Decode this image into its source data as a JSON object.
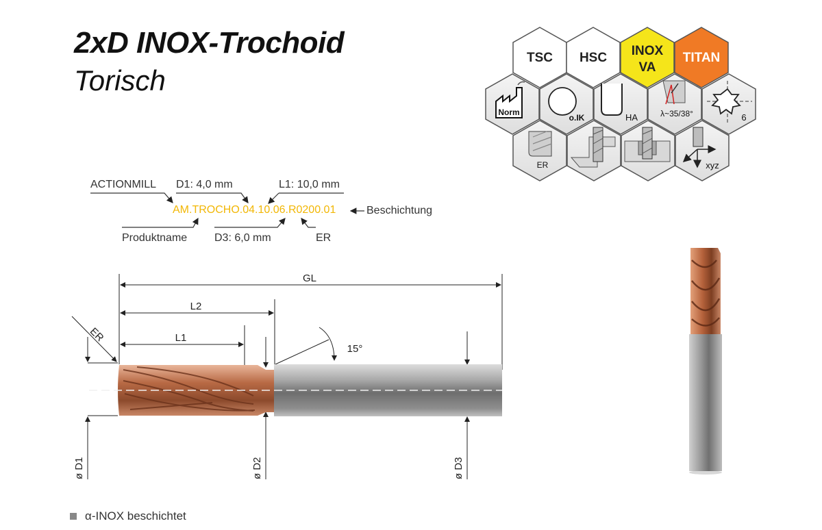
{
  "header": {
    "title": "2xD INOX-Trochoid",
    "subtitle": "Torisch"
  },
  "code": {
    "value": "AM.TROCHO.04.10.06.R0200.01",
    "labels": {
      "brand": "ACTIONMILL",
      "d1": "D1: 4,0 mm",
      "l1": "L1: 10,0 mm",
      "coating": "Beschichtung",
      "product": "Produktname",
      "d3": "D3: 6,0 mm",
      "er": "ER"
    }
  },
  "badges": {
    "row1": [
      {
        "label": "TSC",
        "color": "#ffffff"
      },
      {
        "label": "HSC",
        "color": "#ffffff"
      },
      {
        "label_line1": "INOX",
        "label_line2": "VA",
        "color": "#f5e51a"
      },
      {
        "label": "TITAN",
        "color": "#f07a25"
      }
    ],
    "row2": [
      {
        "icon": "factory-norm-icon",
        "text": "Norm"
      },
      {
        "icon": "circle-internal-coolant-icon",
        "text": "o.IK"
      },
      {
        "icon": "shank-ha-icon",
        "text": "HA"
      },
      {
        "icon": "helix-angle-icon",
        "text": "λ~35/38°"
      },
      {
        "icon": "flutes-cross-section-icon",
        "text": "6"
      }
    ],
    "row3": [
      {
        "icon": "corner-radius-er-icon",
        "text": "ER"
      },
      {
        "icon": "side-milling-icon"
      },
      {
        "icon": "slot-milling-icon"
      },
      {
        "icon": "xyz-milling-icon",
        "text": "xyz"
      }
    ]
  },
  "drawing": {
    "gl": "GL",
    "l2": "L2",
    "l1": "L1",
    "er": "ER",
    "angle": "15°",
    "d1": "ø D1",
    "d2": "ø D2",
    "d3": "ø D3"
  },
  "legend": {
    "text": "α-INOX beschichtet",
    "color": "#888888"
  }
}
